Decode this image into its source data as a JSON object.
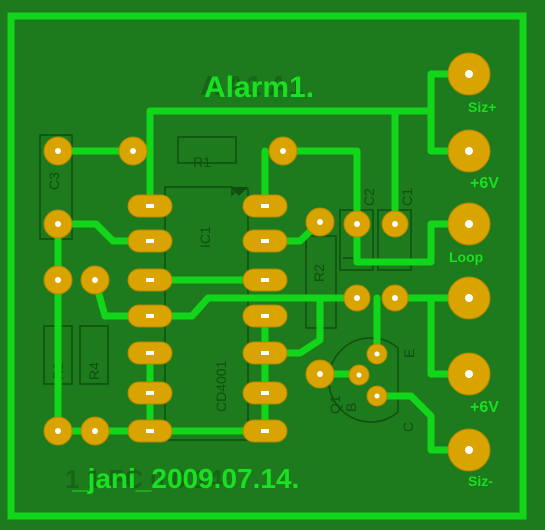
{
  "board": {
    "title": "Alarm1.",
    "footer": "_jani_2009.07.14.",
    "background": "#1d7a1d",
    "copper": "#12d61a",
    "pad": "#d9a400",
    "silk": "#0f4f0f"
  },
  "connectors": {
    "siz_plus": "Siz+",
    "plus6v_top": "+6V",
    "loop": "Loop",
    "plus6v_bottom": "+6V",
    "siz_minus": "Siz-"
  },
  "components": {
    "c3": "C3",
    "r1": "R1",
    "ic1": "IC1",
    "c2": "C2",
    "c1": "C1",
    "r2": "R2",
    "r3": "R3",
    "r4": "R4",
    "ic_part": "CD4001",
    "q1": "Q1",
    "q1_e": "E",
    "q1_b": "B",
    "q1_c": "C"
  }
}
